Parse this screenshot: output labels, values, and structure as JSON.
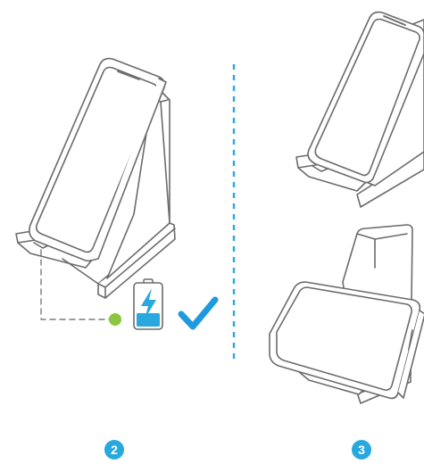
{
  "steps": [
    {
      "number": "2",
      "panel": "phone-on-charger-portrait-charging"
    },
    {
      "number": "3",
      "panel": "phone-on-charger-portrait-and-landscape"
    }
  ],
  "icons": {
    "battery": "battery-charging-icon",
    "check": "checkmark-icon",
    "indicator": "status-led-icon"
  },
  "colors": {
    "accent": "#29a8e0",
    "check": "#1e9be0",
    "led": "#8cc63f",
    "line": "#6b6b6b",
    "divider": "#29a8e0",
    "connector": "#7a7a7a"
  }
}
